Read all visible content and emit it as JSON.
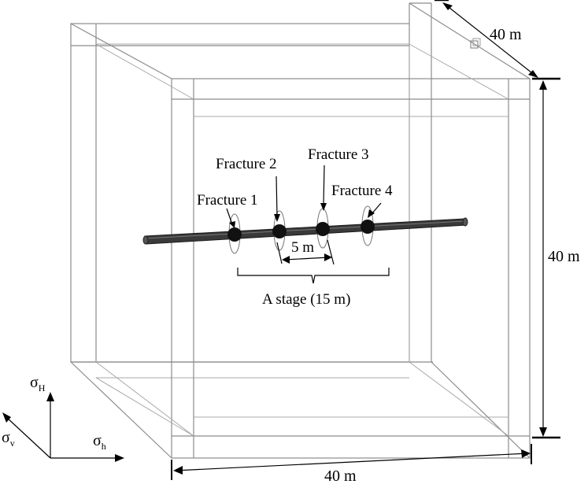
{
  "fractures": [
    {
      "label": "Fracture 1"
    },
    {
      "label": "Fracture 2"
    },
    {
      "label": "Fracture 3"
    },
    {
      "label": "Fracture 4"
    }
  ],
  "dimensions": {
    "depth": "40 m",
    "height": "40 m",
    "width": "40 m",
    "spacing": "5 m"
  },
  "stage_label": "A stage (15 m)",
  "stress_axes": {
    "vertical_axis": {
      "symbol": "σ",
      "subscript": "H"
    },
    "horizontal_axis": {
      "symbol": "σ",
      "subscript": "h"
    },
    "diagonal_axis": {
      "symbol": "σ",
      "subscript": "v"
    }
  }
}
